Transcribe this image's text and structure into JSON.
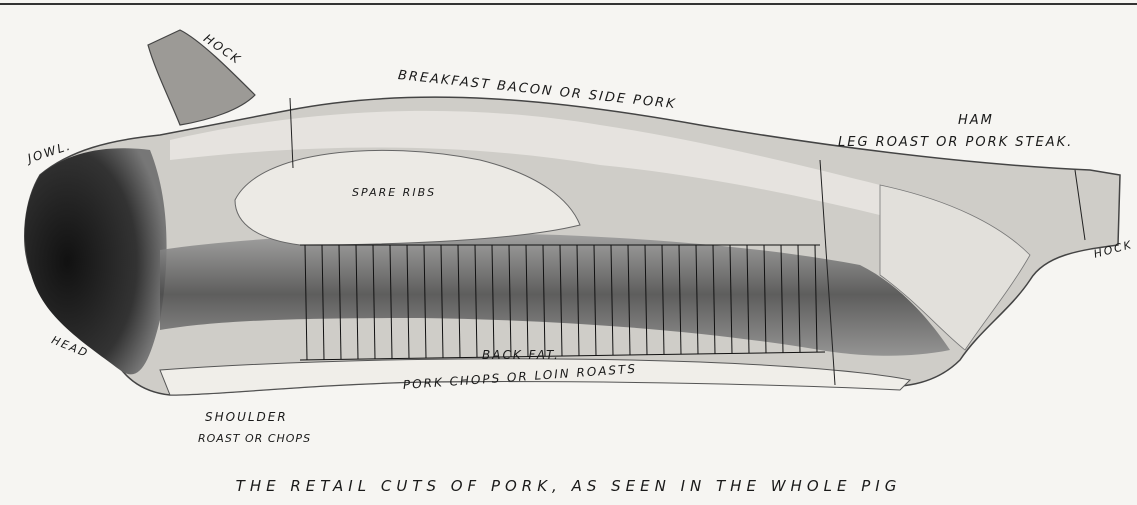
{
  "labels": {
    "hock_top": "HOCK",
    "bacon": "BREAKFAST  BACON OR SIDE PORK",
    "ham": "HAM",
    "leg_roast": "LEG ROAST OR PORK STEAK.",
    "jowl": "JOWL.",
    "spare_ribs": "SPARE RIBS",
    "hock_right": "HOCK",
    "head": "HEAD",
    "back_fat": "BACK FAT.",
    "pork_chops": "PORK CHOPS OR LOIN ROASTS",
    "shoulder": "SHOULDER",
    "shoulder_sub": "ROAST OR CHOPS"
  },
  "caption": "THE RETAIL CUTS OF PORK, AS SEEN IN THE WHOLE PIG",
  "colors": {
    "ink": "#1a1a1a",
    "dark_meat": "#2b2b2b",
    "mid_meat": "#7a7a7a",
    "fat": "#e6e4df",
    "paper": "#f6f5f2"
  }
}
